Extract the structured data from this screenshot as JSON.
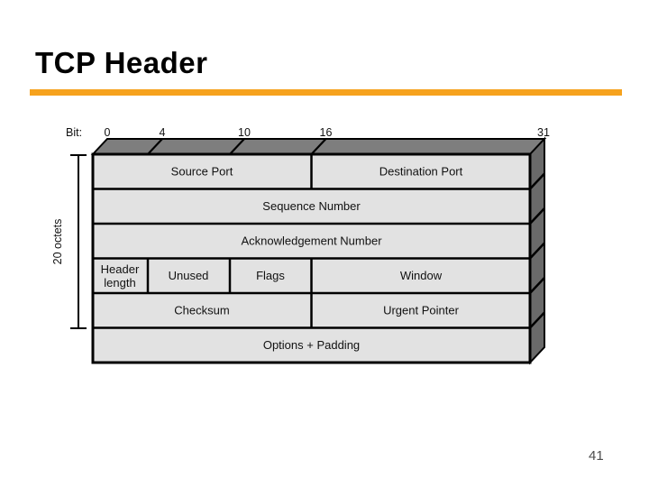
{
  "slide": {
    "title": "TCP Header",
    "page_number": "41",
    "accent_color": "#F6A21D"
  },
  "diagram": {
    "bit_axis": {
      "label": "Bit:",
      "ticks": [
        {
          "bit": 0,
          "label": "0"
        },
        {
          "bit": 4,
          "label": "4"
        },
        {
          "bit": 10,
          "label": "10"
        },
        {
          "bit": 16,
          "label": "16"
        },
        {
          "bit": 31,
          "label": "31"
        }
      ]
    },
    "octets_label": "20 octets",
    "rows": [
      {
        "cells": [
          {
            "label": "Source Port",
            "bits": "0-15"
          },
          {
            "label": "Destination Port",
            "bits": "16-31"
          }
        ]
      },
      {
        "cells": [
          {
            "label": "Sequence Number",
            "bits": "0-31"
          }
        ]
      },
      {
        "cells": [
          {
            "label": "Acknowledgement Number",
            "bits": "0-31"
          }
        ]
      },
      {
        "cells": [
          {
            "label": "Header length",
            "lines": [
              "Header",
              "length"
            ],
            "bits": "0-3"
          },
          {
            "label": "Unused",
            "bits": "4-9"
          },
          {
            "label": "Flags",
            "bits": "10-15"
          },
          {
            "label": "Window",
            "bits": "16-31"
          }
        ]
      },
      {
        "cells": [
          {
            "label": "Checksum",
            "bits": "0-15"
          },
          {
            "label": "Urgent Pointer",
            "bits": "16-31"
          }
        ]
      },
      {
        "cells": [
          {
            "label": "Options + Padding",
            "bits": "0-31"
          }
        ]
      }
    ],
    "colors": {
      "cell_fill": "#e2e2e2",
      "top_face": "#7e7e7e",
      "side_face": "#6a6a6a",
      "border": "#000000"
    }
  }
}
